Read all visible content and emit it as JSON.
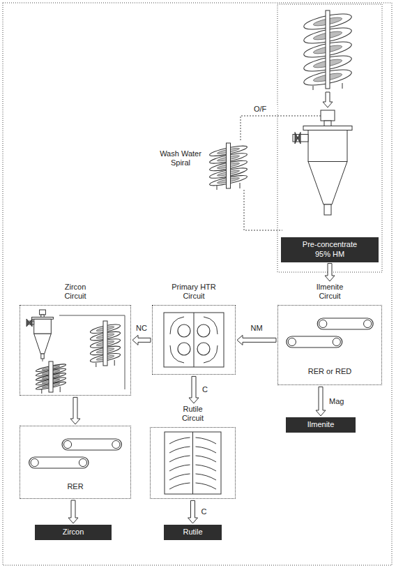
{
  "diagram": {
    "nodes": [
      {
        "text": [
          "Pre-concentrate 95% HM"
        ]
      },
      {
        "text": [
          "Ilmenite Circuit",
          "RER or RED"
        ]
      },
      {
        "text": [
          "Ilmenite"
        ]
      },
      {
        "text": [
          "Primary HTR Circuit"
        ]
      },
      {
        "text": [
          "Rutile Circuit"
        ]
      },
      {
        "text": [
          "Rutile"
        ]
      },
      {
        "text": [
          "Zircon Circuit"
        ]
      },
      {
        "text": [
          "RER"
        ]
      },
      {
        "text": [
          "Zircon"
        ]
      }
    ],
    "edges": [
      {
        "from": 0,
        "to": 1,
        "arrow": "to"
      },
      {
        "from": 1,
        "to": 2,
        "label": "Mag",
        "arrow": "to"
      },
      {
        "from": 1,
        "to": 3,
        "label": "NM",
        "arrow": "to"
      },
      {
        "from": 3,
        "to": 6,
        "label": "NC",
        "arrow": "to"
      },
      {
        "from": 3,
        "to": 4,
        "label": "C",
        "arrow": "to"
      },
      {
        "from": 4,
        "to": 5,
        "label": "C",
        "arrow": "to"
      },
      {
        "from": 6,
        "to": 7,
        "arrow": "to"
      },
      {
        "from": 7,
        "to": 8,
        "arrow": "to"
      }
    ],
    "labels": [
      "Wash Water Spiral",
      "O/F"
    ]
  }
}
